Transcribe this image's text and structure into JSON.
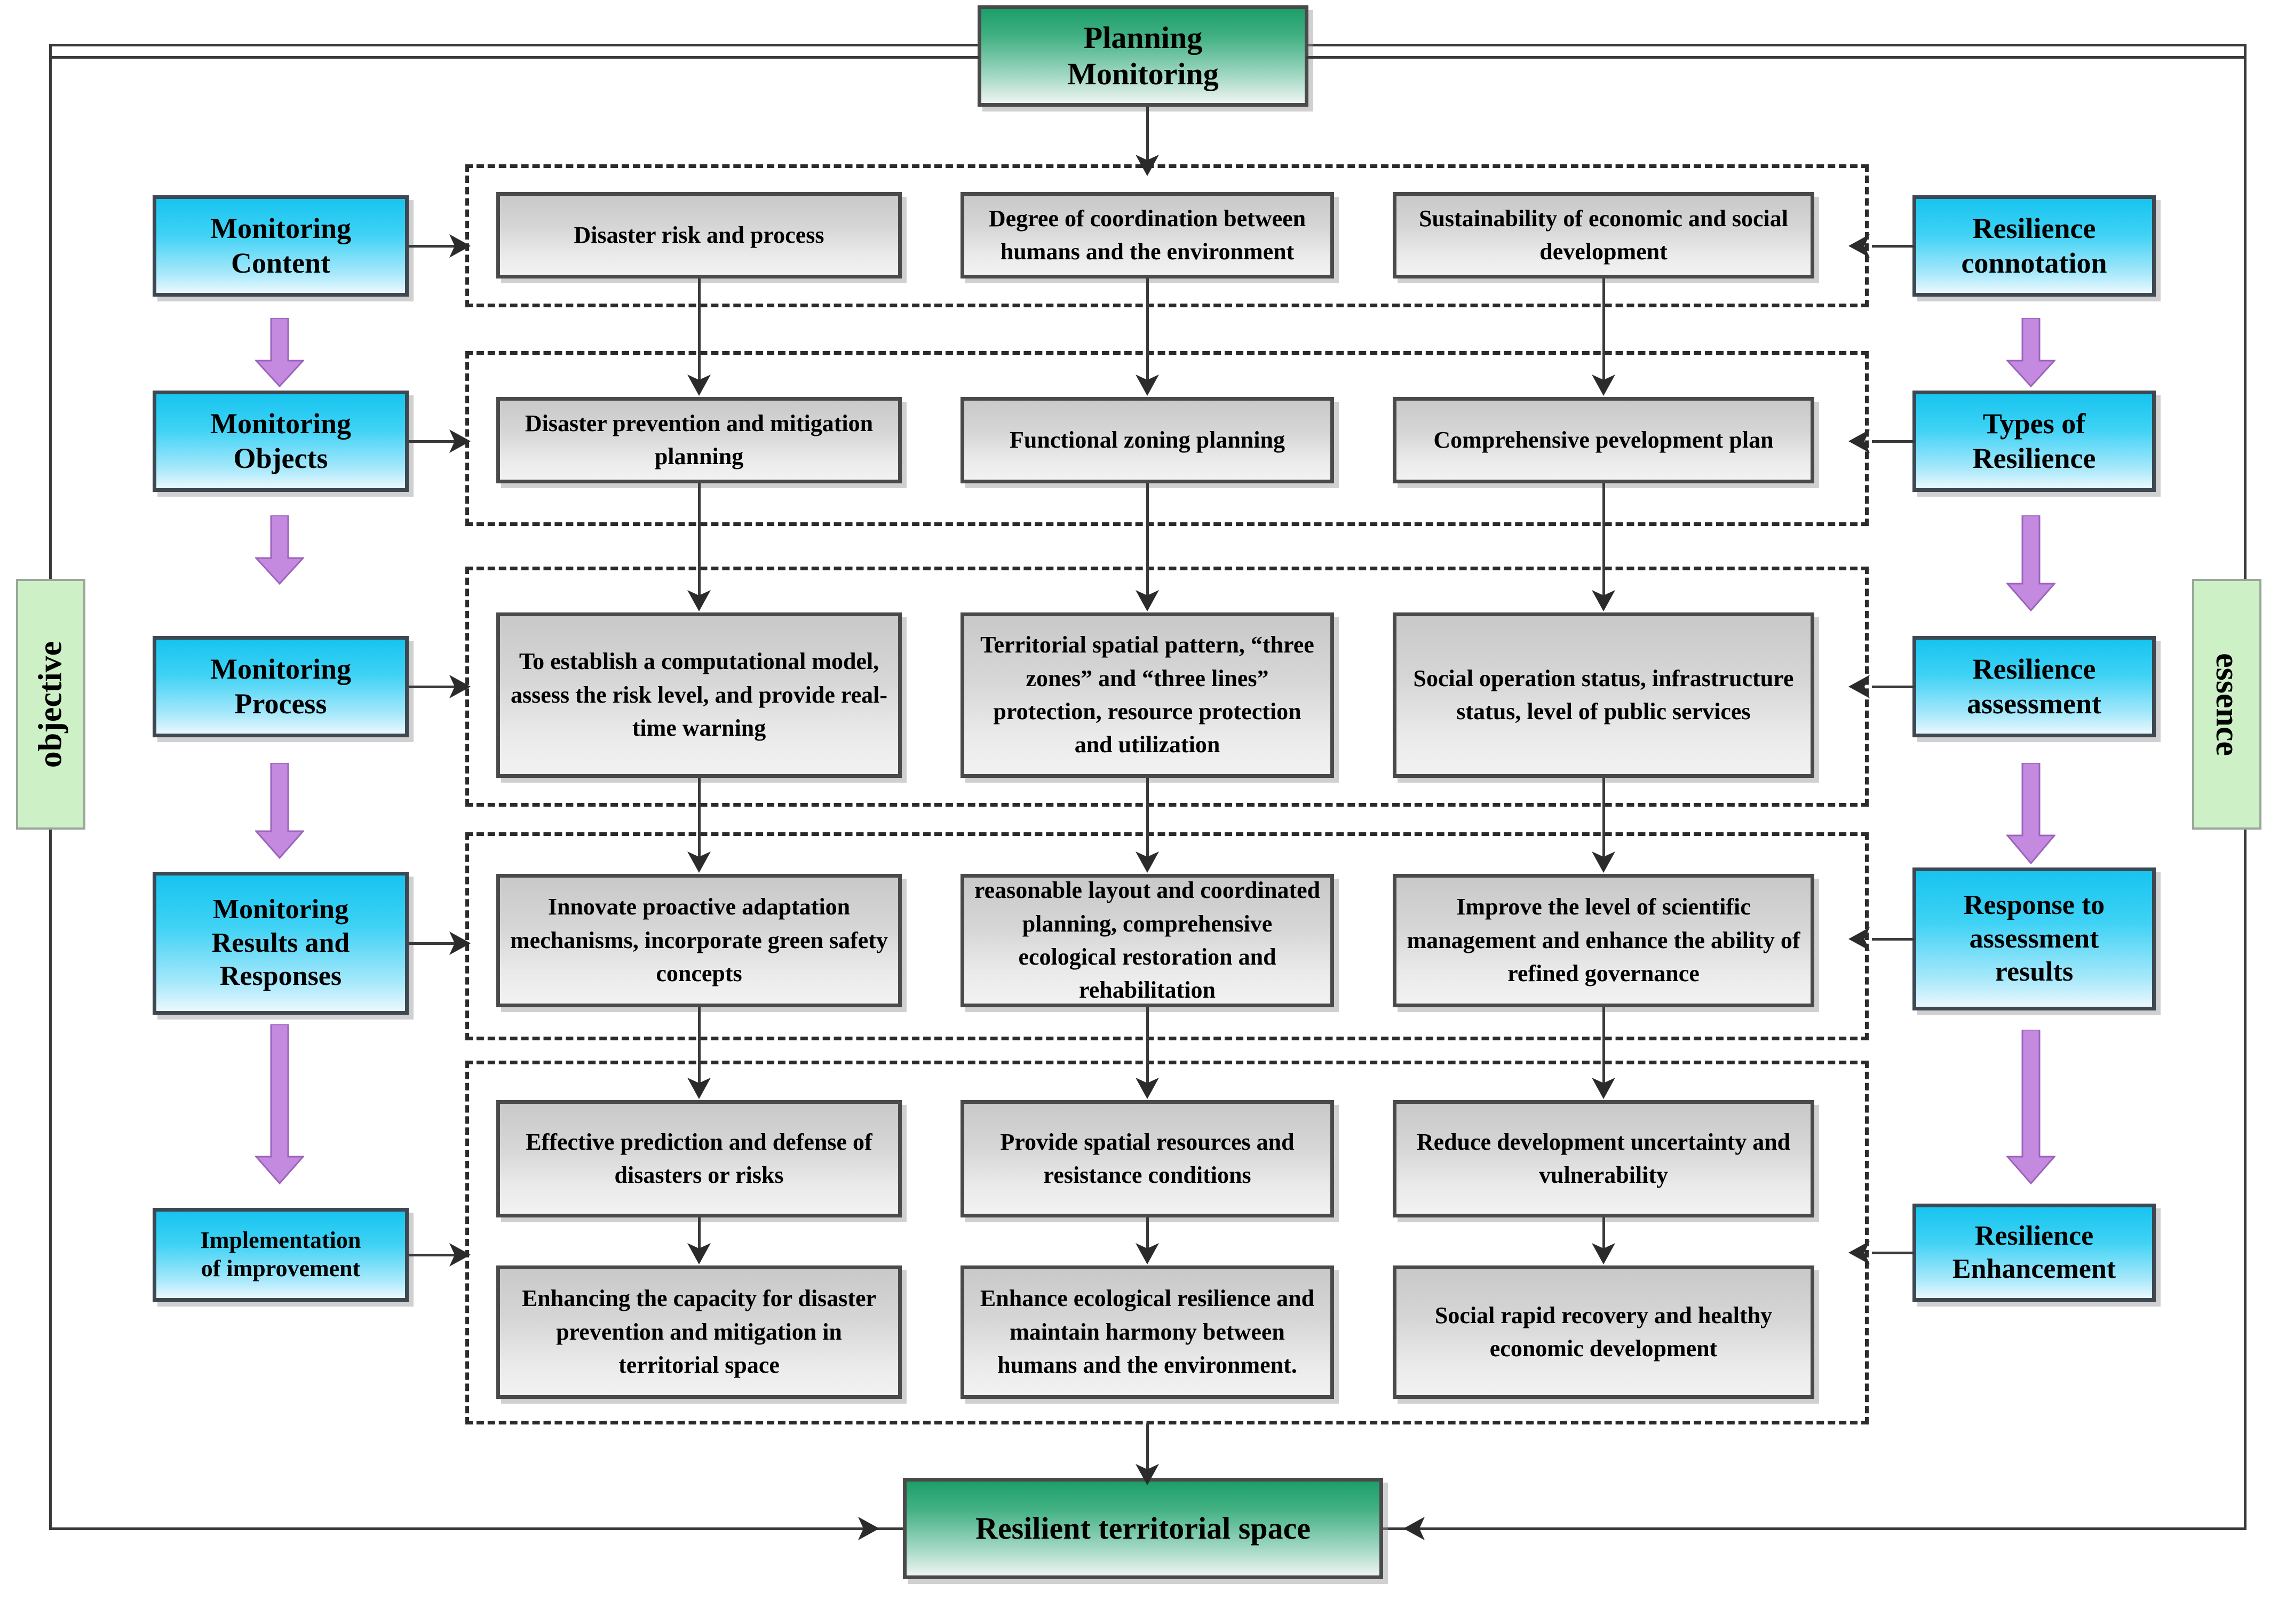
{
  "diagram": {
    "title_top": "Planning\nMonitoring",
    "title_bottom": "Resilient territorial space",
    "side_left_banner": "objective",
    "side_right_banner": "essence",
    "colors": {
      "cyan_box": "#17c4ef",
      "green_box": "#1d9e6a",
      "gray_box": "#d6d6d6",
      "purple_arrow": "#c48ae0",
      "pale_green_banner": "#cdf0c6",
      "line": "#3a3a3a"
    }
  },
  "left_rail": [
    {
      "id": "monitoring-content",
      "line1": "Monitoring",
      "line2": "Content"
    },
    {
      "id": "monitoring-objects",
      "line1": "Monitoring",
      "line2": "Objects"
    },
    {
      "id": "monitoring-process",
      "line1": "Monitoring",
      "line2": "Process"
    },
    {
      "id": "monitoring-results",
      "line1": "Monitoring",
      "line2": "Results and",
      "line3": "Responses"
    },
    {
      "id": "implementation-improvement",
      "line1": "Implementation",
      "line2": "of improvement"
    }
  ],
  "right_rail": [
    {
      "id": "resilience-connotation",
      "line1": "Resilience",
      "line2": "connotation"
    },
    {
      "id": "types-of-resilience",
      "line1": "Types of",
      "line2": "Resilience"
    },
    {
      "id": "resilience-assessment",
      "line1": "Resilience",
      "line2": "assessment"
    },
    {
      "id": "response-assessment",
      "line1": "Response to",
      "line2": "assessment",
      "line3": "results"
    },
    {
      "id": "resilience-enhancement",
      "line1": "Resilience",
      "line2": "Enhancement"
    }
  ],
  "rows": [
    {
      "id": "row-monitoring-content",
      "cells": [
        "Disaster risk and process",
        "Degree of coordination between humans and the environment",
        "Sustainability of economic and social development"
      ]
    },
    {
      "id": "row-monitoring-objects",
      "cells": [
        "Disaster prevention and mitigation planning",
        "Functional zoning planning",
        "Comprehensive pevelopment plan"
      ]
    },
    {
      "id": "row-monitoring-process",
      "cells": [
        "To establish a computational model, assess the risk level, and provide real-time warning",
        "Territorial spatial pattern, “three zones” and “three lines” protection, resource protection and utilization",
        "Social operation status, infrastructure status, level of public services"
      ]
    },
    {
      "id": "row-monitoring-results",
      "cells": [
        "Innovate proactive adaptation mechanisms, incorporate green safety concepts",
        "reasonable layout and coordinated planning, comprehensive ecological restoration and rehabilitation",
        "Improve the level of scientific management and enhance the ability of refined governance"
      ]
    },
    {
      "id": "row-outcomes-upper",
      "cells": [
        "Effective prediction and defense of disasters or risks",
        "Provide spatial resources and resistance conditions",
        "Reduce development uncertainty and vulnerability"
      ]
    },
    {
      "id": "row-outcomes-lower",
      "cells": [
        "Enhancing the capacity for disaster prevention and mitigation in territorial space",
        "Enhance ecological resilience and maintain harmony between humans and the environment.",
        "Social rapid recovery and healthy economic development"
      ]
    }
  ]
}
